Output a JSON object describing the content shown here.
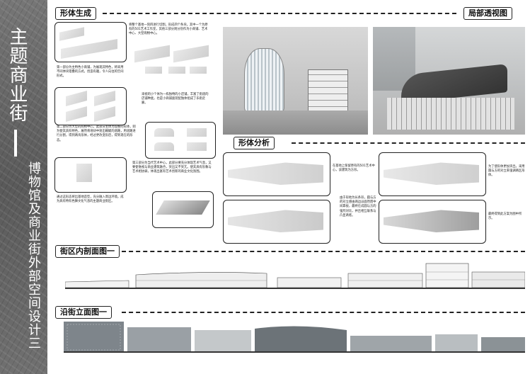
{
  "sidebar": {
    "title_main": "主题商业街",
    "title_sub": "博物馆及商业街外部空间设计三"
  },
  "sections": {
    "form_gen": "形体生成",
    "local_view": "局部透视图",
    "form_analysis": "形体分析",
    "street_section": "街区内剖面图一",
    "street_elevation": "沿街立面图一"
  },
  "form_gen_texts": [
    "将整个基地一刻四进行切割，形成四个条块，其中一个为原有的501艺术工作室，其他三部分则分别作为小商铺、艺术中心、大型购物中心。",
    "第一部分为主特色小商铺，为展现其特色，将采用不同体块错叠的方式，创造有趣，令人向往的空间形式。",
    "采视的小个体为一栋独特的小店铺，丰富了街道的店铺种类，也是小商铺面装配独体组成了乐街走廊。",
    "第二部分为大型的购物中心，此部分主体为现整的形体，则为使其具有特色，展然将地块中划出蜿蜒的道路，用道路进行分割，得到两块形体，经过更改变形后，得到现在的形态。",
    "第三部分为当代艺术中心，此部分要充分体现艺术气息，又要使谁视与商业建筑融合，突出又不突兀。使其具有形象与艺术相协调，体现出富有艺术创新的商业文化氛围。",
    "通过这形态将出基地造型，充分融入周边环境。成为具有特有色舞文化气息的主题商业街区。"
  ],
  "analysis_texts": [
    "在基地上保留原有的501艺术中心，该建筑为方形。",
    "为了使形体更加突出，采用圆与方的对立来强调两区形体。",
    "由于形地为长条形，圆与方的对立感由两边派面然而中间靠拢，最终在成圆与方的强烈对比，并且相互联系与凸显两者。",
    "最终得到此方案为图中所示。"
  ]
}
